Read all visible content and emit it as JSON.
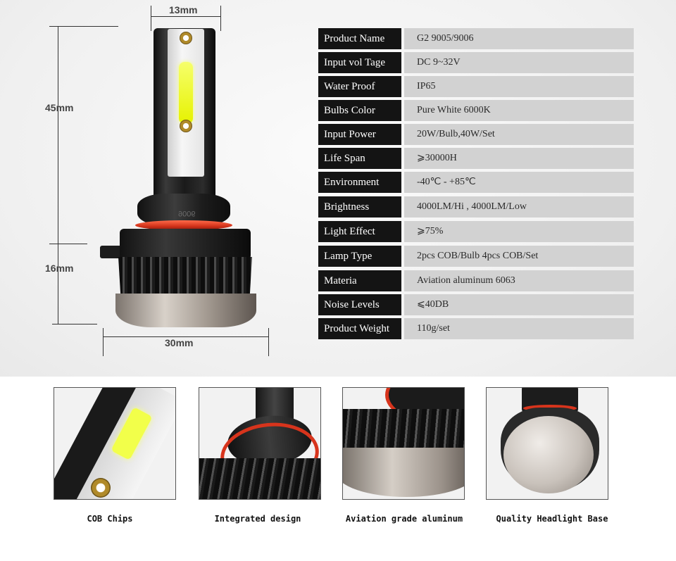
{
  "dimensions": {
    "width_label": "13mm",
    "height_label": "45mm",
    "lower_label": "16mm",
    "base_label": "30mm"
  },
  "bulb": {
    "model_mark": "9006"
  },
  "specs": [
    {
      "label": "Product Name",
      "value": "G2 9005/9006"
    },
    {
      "label": "Input vol Tage",
      "value": "DC 9~32V"
    },
    {
      "label": "Water Proof",
      "value": "IP65"
    },
    {
      "label": "Bulbs Color",
      "value": "Pure White 6000K"
    },
    {
      "label": "Input Power",
      "value": "20W/Bulb,40W/Set"
    },
    {
      "label": "Life Span",
      "value": "⩾30000H"
    },
    {
      "label": "Environment",
      "value": "-40℃ - +85℃"
    },
    {
      "label": "Brightness",
      "value": "4000LM/Hi , 4000LM/Low"
    },
    {
      "label": "Light Effect",
      "value": "⩾75%"
    },
    {
      "label": "Lamp Type",
      "value": "2pcs COB/Bulb  4pcs COB/Set"
    },
    {
      "label": "Materia",
      "value": "Aviation aluminum 6063"
    },
    {
      "label": "Noise Levels",
      "value": "⩽40DB"
    },
    {
      "label": "Product Weight",
      "value": "110g/set"
    }
  ],
  "features": [
    {
      "caption": "COB Chips"
    },
    {
      "caption": "Integrated design"
    },
    {
      "caption": "Aviation grade aluminum"
    },
    {
      "caption": "Quality Headlight Base"
    }
  ],
  "colors": {
    "label_bg": "#141414",
    "value_bg": "#d2d2d2",
    "oring": "#d7341c",
    "chip": "#f2ff4a"
  }
}
